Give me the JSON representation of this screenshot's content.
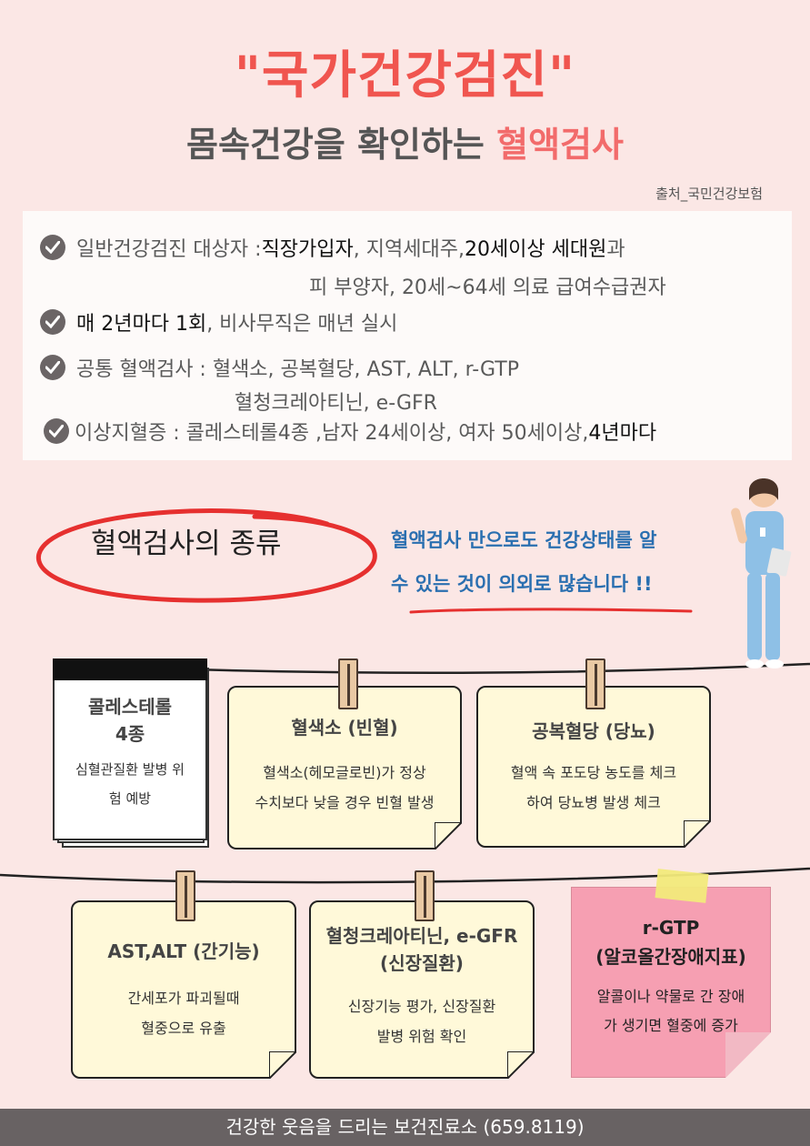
{
  "header": {
    "title": "\"국가건강검진\"",
    "subtitle_main": "몸속건강을 확인하는 ",
    "subtitle_accent": "혈액검사",
    "source": "출처_국민건강보험"
  },
  "info": {
    "line1_a": "일반건강검진 대상자 : ",
    "line1_b": "직장가입자",
    "line1_c": " , 지역세대주, ",
    "line1_d": "20세이상 세대원",
    "line1_e": "과",
    "line1_cont": "피 부양자, 20세~64세 의료 급여수급권자",
    "line2_a": "매 2년마다 1회",
    "line2_b": ", 비사무직은 매년 실시",
    "line3": "공통 혈액검사 : 혈색소, 공복혈당, AST, ALT, r-GTP",
    "line3_cont": "혈청크레아티닌, e-GFR",
    "line4_a": "이상지혈증 :  콜레스테롤4종 ,남자 24세이상, 여자 50세이상, ",
    "line4_b": "4년마다"
  },
  "section": {
    "title": "혈액검사의 종류",
    "note_line1": "혈액검사 만으로도 건강상태를 알",
    "note_line2": "수 있는 것이 의외로 많습니다 !!"
  },
  "cards": {
    "cholesterol": {
      "title_1": "콜레스테롤",
      "title_2": "4종",
      "body_1": "심혈관질환 발병 위",
      "body_2": "험  예방"
    },
    "hemoglobin": {
      "title": "혈색소 (빈혈)",
      "body_1": "혈색소(헤모글로빈)가 정상",
      "body_2": "수치보다 낮을 경우 빈혈 발생"
    },
    "glucose": {
      "title": "공복혈당 (당뇨)",
      "body_1": "혈액 속 포도당 농도를 체크",
      "body_2": "하여 당뇨병 발생 체크"
    },
    "liver": {
      "title": "AST,ALT (간기능)",
      "body_1": "간세포가 파괴될때",
      "body_2": "혈중으로 유출"
    },
    "kidney": {
      "title_1": "혈청크레아티닌, e-GFR",
      "title_2": "(신장질환)",
      "body_1": "신장기능 평가, 신장질환",
      "body_2": "발병 위험 확인"
    },
    "rgtp": {
      "title_1": "r-GTP",
      "title_2": "(알코올간장애지표)",
      "body_1": "알콜이나 약물로 간 장애",
      "body_2": "가 생기면 혈중에 증가"
    }
  },
  "footer": {
    "text": "건강한 웃음을 드리는 보건진료소 (659.8119)"
  },
  "colors": {
    "background": "#fbe7e5",
    "title_red": "#f0554f",
    "accent_pink": "#f26b6b",
    "blue_note": "#2a6fb0",
    "card_yellow": "#fff9d9",
    "sticky_pink": "#f69fb2",
    "footer_gray": "#686263"
  }
}
